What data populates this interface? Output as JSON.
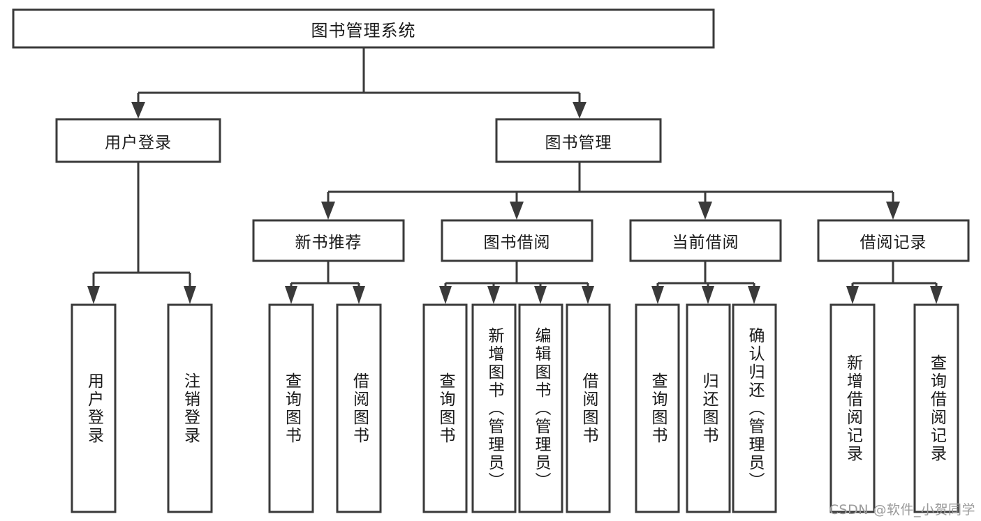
{
  "diagram": {
    "title": "图书管理系统",
    "type": "tree",
    "watermark": "CSDN @软件_小贺同学",
    "colors": {
      "box_stroke": "#3a3a3a",
      "box_fill": "#ffffff",
      "connector": "#3a3a3a",
      "text": "#1a1a1a",
      "watermark": "#9a9a9a",
      "background": "#ffffff"
    },
    "nodes": {
      "root": {
        "label": "图书管理系统",
        "orientation": "horizontal"
      },
      "level2": [
        {
          "id": "user-login",
          "label": "用户登录",
          "orientation": "horizontal"
        },
        {
          "id": "book-manage",
          "label": "图书管理",
          "orientation": "horizontal"
        }
      ],
      "level3": [
        {
          "id": "new-book-recommend",
          "label": "新书推荐",
          "orientation": "horizontal"
        },
        {
          "id": "book-borrow",
          "label": "图书借阅",
          "orientation": "horizontal"
        },
        {
          "id": "current-borrow",
          "label": "当前借阅",
          "orientation": "horizontal"
        },
        {
          "id": "borrow-record",
          "label": "借阅记录",
          "orientation": "horizontal"
        }
      ],
      "leaves": [
        {
          "id": "leaf-user-login",
          "label": "用户登录",
          "orientation": "vertical",
          "parent": "user-login"
        },
        {
          "id": "leaf-logout-login",
          "label": "注销登录",
          "orientation": "vertical",
          "parent": "user-login"
        },
        {
          "id": "leaf-query-book-1",
          "label": "查询图书",
          "orientation": "vertical",
          "parent": "new-book-recommend"
        },
        {
          "id": "leaf-borrow-book-1",
          "label": "借阅图书",
          "orientation": "vertical",
          "parent": "new-book-recommend"
        },
        {
          "id": "leaf-query-book-2",
          "label": "查询图书",
          "orientation": "vertical",
          "parent": "book-borrow"
        },
        {
          "id": "leaf-add-book-admin",
          "label": "新增图书（管理员）",
          "orientation": "vertical",
          "parent": "book-borrow"
        },
        {
          "id": "leaf-edit-book-admin",
          "label": "编辑图书（管理员）",
          "orientation": "vertical",
          "parent": "book-borrow"
        },
        {
          "id": "leaf-borrow-book-2",
          "label": "借阅图书",
          "orientation": "vertical",
          "parent": "book-borrow"
        },
        {
          "id": "leaf-query-book-3",
          "label": "查询图书",
          "orientation": "vertical",
          "parent": "current-borrow"
        },
        {
          "id": "leaf-return-book",
          "label": "归还图书",
          "orientation": "vertical",
          "parent": "current-borrow"
        },
        {
          "id": "leaf-confirm-return-admin",
          "label": "确认归还（管理员）",
          "orientation": "vertical",
          "parent": "current-borrow"
        },
        {
          "id": "leaf-add-borrow-record",
          "label": "新增借阅记录",
          "orientation": "vertical",
          "parent": "borrow-record"
        },
        {
          "id": "leaf-query-borrow-record",
          "label": "查询借阅记录",
          "orientation": "vertical",
          "parent": "borrow-record"
        }
      ]
    }
  }
}
